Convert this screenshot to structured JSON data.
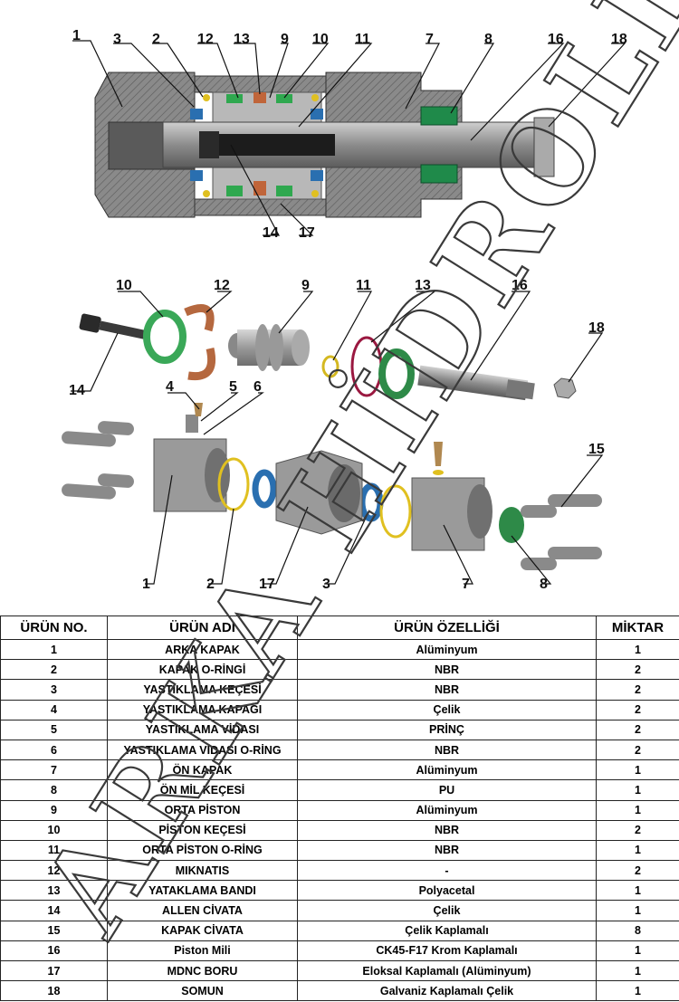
{
  "callouts_section": [
    "1",
    "3",
    "2",
    "12",
    "13",
    "9",
    "10",
    "11",
    "7",
    "8",
    "16",
    "18",
    "14",
    "17"
  ],
  "callouts_exploded": [
    "10",
    "12",
    "9",
    "11",
    "13",
    "16",
    "18",
    "14",
    "4",
    "5",
    "6",
    "15",
    "1",
    "2",
    "17",
    "3",
    "7",
    "8"
  ],
  "watermark": "ARKA HİDROLİK",
  "table": {
    "headers": [
      "ÜRÜN NO.",
      "ÜRÜN ADI",
      "ÜRÜN ÖZELLİĞİ",
      "MİKTAR"
    ],
    "rows": [
      [
        "1",
        "ARKA KAPAK",
        "Alüminyum",
        "1"
      ],
      [
        "2",
        "KAPAK O-RİNGİ",
        "NBR",
        "2"
      ],
      [
        "3",
        "YASTIKLAMA KEÇESİ",
        "NBR",
        "2"
      ],
      [
        "4",
        "YASTIKLAMA KAPAĞI",
        "Çelik",
        "2"
      ],
      [
        "5",
        "YASTIKLAMA VİDASI",
        "PRİNÇ",
        "2"
      ],
      [
        "6",
        "YASTIKLAMA VİDASI O-RİNG",
        "NBR",
        "2"
      ],
      [
        "7",
        "ÖN KAPAK",
        "Alüminyum",
        "1"
      ],
      [
        "8",
        "ÖN MİL KEÇESİ",
        "PU",
        "1"
      ],
      [
        "9",
        "ORTA PİSTON",
        "Alüminyum",
        "1"
      ],
      [
        "10",
        "PİSTON KEÇESİ",
        "NBR",
        "2"
      ],
      [
        "11",
        "ORTA PİSTON O-RİNG",
        "NBR",
        "1"
      ],
      [
        "12",
        "MIKNATIS",
        "-",
        "2"
      ],
      [
        "13",
        "YATAKLAMA BANDI",
        "Polyacetal",
        "1"
      ],
      [
        "14",
        "ALLEN CİVATA",
        "Çelik",
        "1"
      ],
      [
        "15",
        "KAPAK CİVATA",
        "Çelik Kaplamalı",
        "8"
      ],
      [
        "16",
        "Piston Mili",
        "CK45-F17 Krom Kaplamalı",
        "1"
      ],
      [
        "17",
        "MDNC  BORU",
        "Eloksal Kaplamalı (Alüminyum)",
        "1"
      ],
      [
        "18",
        "SOMUN",
        "Galvaniz Kaplamalı Çelik",
        "1"
      ]
    ]
  }
}
